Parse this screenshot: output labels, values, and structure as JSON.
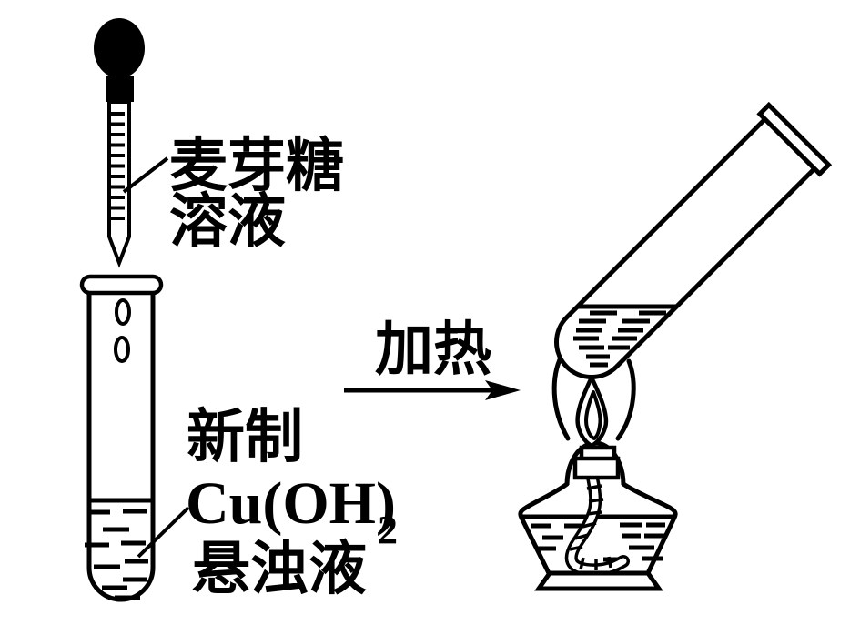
{
  "figure": {
    "background": "#ffffff",
    "ink_color": "#000000",
    "description_parts": {
      "dropper": "graduated-dropper",
      "left_vessel": "test-tube-with-suspension",
      "right_vessel": "tilted-test-tube-heated",
      "burner": "alcohol-lamp-with-flame"
    }
  },
  "labels": {
    "dropper_reagent": {
      "line1": "麦芽糖",
      "line2": "溶液"
    },
    "tube_reagent": {
      "line1": "新制",
      "formula_main": "Cu(OH)",
      "formula_subscript": "2",
      "line3": "悬浊液"
    },
    "process_arrow": {
      "text": "加热"
    }
  }
}
